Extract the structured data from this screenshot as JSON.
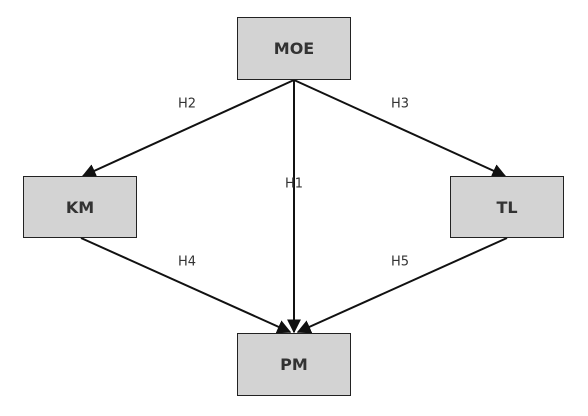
{
  "nodes": {
    "moe": "MOE",
    "km": "KM",
    "tl": "TL",
    "pm": "PM"
  },
  "edges": [
    {
      "label": "H2",
      "from": "MOE",
      "to": "KM"
    },
    {
      "label": "H3",
      "from": "MOE",
      "to": "TL"
    },
    {
      "label": "H1",
      "from": "MOE",
      "to": "PM"
    },
    {
      "label": "H4",
      "from": "KM",
      "to": "PM"
    },
    {
      "label": "H5",
      "from": "TL",
      "to": "PM"
    }
  ],
  "colors": {
    "node_fill": "#d3d3d3",
    "node_border": "#222222",
    "edge": "#111111",
    "text": "#333333"
  }
}
